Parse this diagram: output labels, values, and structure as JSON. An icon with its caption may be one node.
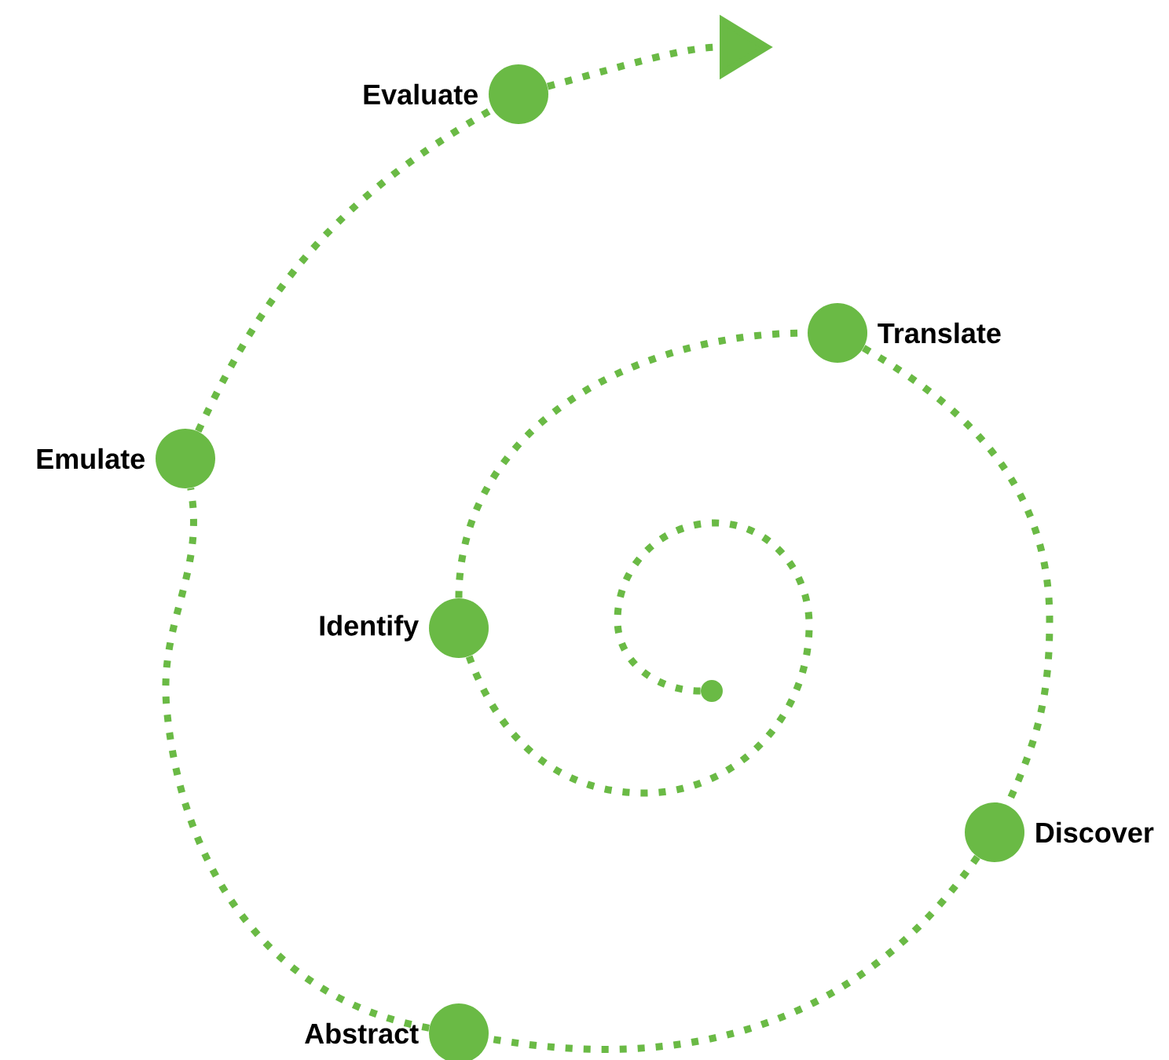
{
  "diagram": {
    "nodes": [
      {
        "text": [],
        "shape": "circle"
      },
      {
        "text": [],
        "shape": "circle",
        "beside": [
          "Identify"
        ]
      },
      {
        "text": [],
        "shape": "circle",
        "beside": [
          "Translate"
        ]
      },
      {
        "text": [],
        "shape": "circle",
        "beside": [
          "Discover"
        ]
      },
      {
        "text": [],
        "shape": "circle",
        "beside": [
          "Abstract"
        ]
      },
      {
        "text": [],
        "shape": "circle",
        "beside": [
          "Emulate"
        ]
      },
      {
        "text": [],
        "shape": "circle",
        "beside": [
          "Evaluate"
        ]
      }
    ],
    "edges": [
      {
        "from": 0,
        "to": 1,
        "arrow": "none"
      },
      {
        "from": 1,
        "to": 2,
        "arrow": "none"
      },
      {
        "from": 2,
        "to": 3,
        "arrow": "none"
      },
      {
        "from": 3,
        "to": 4,
        "arrow": "none"
      },
      {
        "from": 4,
        "to": 5,
        "arrow": "none"
      },
      {
        "from": 5,
        "to": 6,
        "arrow": "none"
      },
      {
        "from": 6,
        "to": null,
        "arrow": "to"
      }
    ]
  }
}
